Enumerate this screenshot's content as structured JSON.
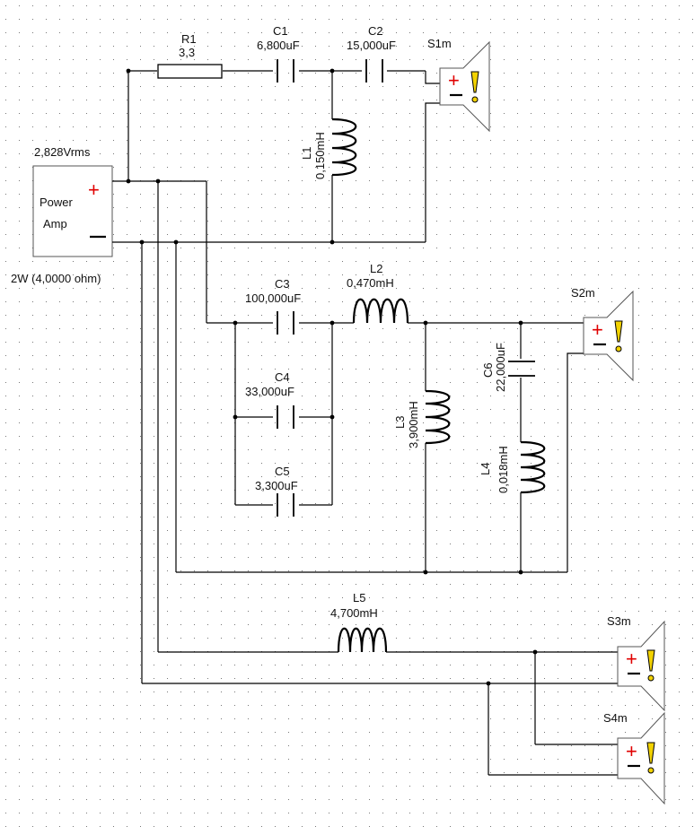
{
  "amp": {
    "voltage": "2,828Vrms",
    "title_line1": "Power",
    "title_line2": "Amp",
    "power": "2W (4,0000 ohm)",
    "plus": "+",
    "colors": {
      "plus": "#e00000",
      "warning": "#f2d200"
    }
  },
  "components": {
    "R1": {
      "name": "R1",
      "value": "3,3"
    },
    "C1": {
      "name": "C1",
      "value": "6,800uF"
    },
    "C2": {
      "name": "C2",
      "value": "15,000uF"
    },
    "L1": {
      "name": "L1",
      "value": "0,150mH"
    },
    "C3": {
      "name": "C3",
      "value": "100,000uF"
    },
    "C4": {
      "name": "C4",
      "value": "33,000uF"
    },
    "C5": {
      "name": "C5",
      "value": "3,300uF"
    },
    "L2": {
      "name": "L2",
      "value": "0,470mH"
    },
    "L3": {
      "name": "L3",
      "value": "3,900mH"
    },
    "C6": {
      "name": "C6",
      "value": "22,000uF"
    },
    "L4": {
      "name": "L4",
      "value": "0,018mH"
    },
    "L5": {
      "name": "L5",
      "value": "4,700mH"
    }
  },
  "speakers": {
    "S1": {
      "name": "S1m",
      "plus": "+"
    },
    "S2": {
      "name": "S2m",
      "plus": "+"
    },
    "S3": {
      "name": "S3m",
      "plus": "+"
    },
    "S4": {
      "name": "S4m",
      "plus": "+"
    }
  }
}
